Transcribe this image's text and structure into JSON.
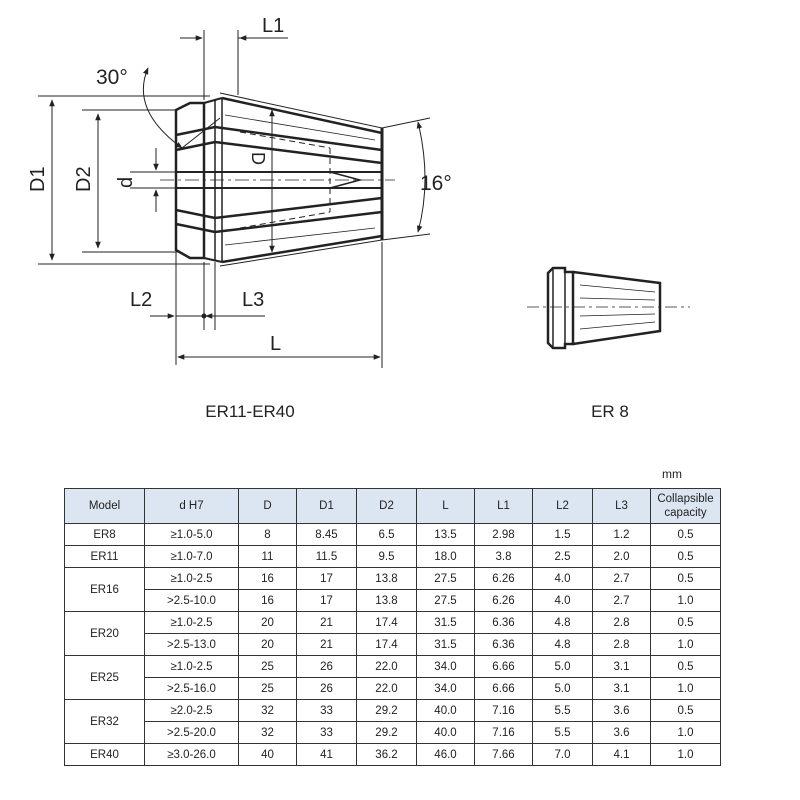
{
  "drawing": {
    "labels": {
      "l1": "L1",
      "angle30": "30°",
      "d1": "D1",
      "d2": "D2",
      "d": "d",
      "big_d": "D",
      "angle16": "16°",
      "l2": "L2",
      "l3": "L3",
      "l": "L"
    },
    "caption_main": "ER11-ER40",
    "caption_er8": "ER 8"
  },
  "table": {
    "unit": "mm",
    "headers": [
      "Model",
      "d H7",
      "D",
      "D1",
      "D2",
      "L",
      "L1",
      "L2",
      "L3",
      "Collapsible capacity"
    ],
    "groups": [
      {
        "model": "ER8",
        "rows": [
          [
            "≥1.0-5.0",
            "8",
            "8.45",
            "6.5",
            "13.5",
            "2.98",
            "1.5",
            "1.2",
            "0.5"
          ]
        ]
      },
      {
        "model": "ER11",
        "rows": [
          [
            "≥1.0-7.0",
            "11",
            "11.5",
            "9.5",
            "18.0",
            "3.8",
            "2.5",
            "2.0",
            "0.5"
          ]
        ]
      },
      {
        "model": "ER16",
        "rows": [
          [
            "≥1.0-2.5",
            "16",
            "17",
            "13.8",
            "27.5",
            "6.26",
            "4.0",
            "2.7",
            "0.5"
          ],
          [
            ">2.5-10.0",
            "16",
            "17",
            "13.8",
            "27.5",
            "6.26",
            "4.0",
            "2.7",
            "1.0"
          ]
        ]
      },
      {
        "model": "ER20",
        "rows": [
          [
            "≥1.0-2.5",
            "20",
            "21",
            "17.4",
            "31.5",
            "6.36",
            "4.8",
            "2.8",
            "0.5"
          ],
          [
            ">2.5-13.0",
            "20",
            "21",
            "17.4",
            "31.5",
            "6.36",
            "4.8",
            "2.8",
            "1.0"
          ]
        ]
      },
      {
        "model": "ER25",
        "rows": [
          [
            "≥1.0-2.5",
            "25",
            "26",
            "22.0",
            "34.0",
            "6.66",
            "5.0",
            "3.1",
            "0.5"
          ],
          [
            ">2.5-16.0",
            "25",
            "26",
            "22.0",
            "34.0",
            "6.66",
            "5.0",
            "3.1",
            "1.0"
          ]
        ]
      },
      {
        "model": "ER32",
        "rows": [
          [
            "≥2.0-2.5",
            "32",
            "33",
            "29.2",
            "40.0",
            "7.16",
            "5.5",
            "3.6",
            "0.5"
          ],
          [
            ">2.5-20.0",
            "32",
            "33",
            "29.2",
            "40.0",
            "7.16",
            "5.5",
            "3.6",
            "1.0"
          ]
        ]
      },
      {
        "model": "ER40",
        "rows": [
          [
            "≥3.0-26.0",
            "40",
            "41",
            "36.2",
            "46.0",
            "7.66",
            "7.0",
            "4.1",
            "1.0"
          ]
        ]
      }
    ]
  }
}
